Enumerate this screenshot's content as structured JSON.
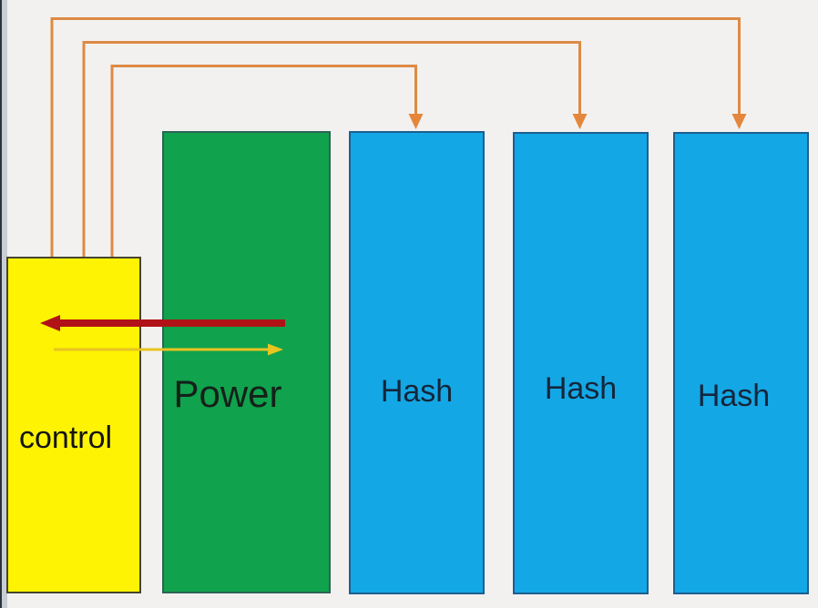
{
  "diagram": {
    "background_color": "#f3f1ef",
    "left_edge_color": "#c7ced6",
    "boxes": {
      "control": {
        "label": "control",
        "fill": "#fdf303",
        "text_color": "#141414"
      },
      "power": {
        "label": "Power",
        "fill": "#10a24c",
        "text_color": "#15201a"
      },
      "hash1": {
        "label": "Hash",
        "fill": "#14a7e5",
        "text_color": "#15263a"
      },
      "hash2": {
        "label": "Hash",
        "fill": "#14a7e5",
        "text_color": "#15263a"
      },
      "hash3": {
        "label": "Hash",
        "fill": "#14a7e5",
        "text_color": "#15263a"
      }
    },
    "connectors": {
      "orange_color": "#dd8a45",
      "red_arrow_color": "#b11217",
      "yellow_arrow_color": "#e8c421"
    }
  }
}
